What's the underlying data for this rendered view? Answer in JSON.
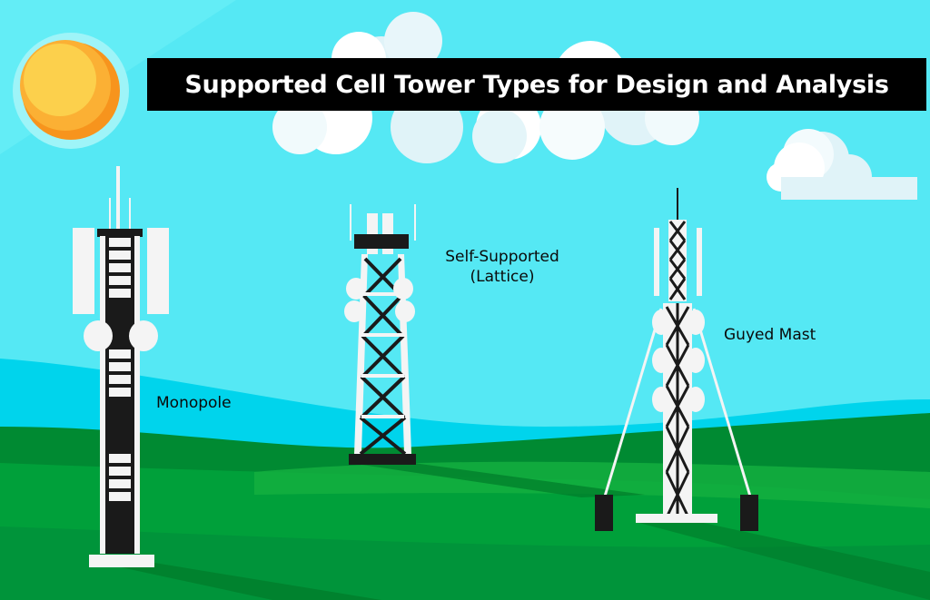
{
  "title": "Supported Cell Tower Types for Design and Analysis",
  "towers": [
    {
      "id": "monopole",
      "label": "Monopole"
    },
    {
      "id": "lattice",
      "label_line1": "Self-Supported",
      "label_line2": "(Lattice)"
    },
    {
      "id": "guyed",
      "label": "Guyed Mast"
    }
  ],
  "colors": {
    "sky": "#55e8f4",
    "sky_band": "#00d4ec",
    "grass_dark": "#008a32",
    "grass_mid": "#00a03a",
    "grass_light": "#14b040",
    "sun_outer": "#f7941d",
    "sun_mid": "#fbb034",
    "sun_inner": "#fcd04c",
    "sun_halo": "#9ef4f8",
    "cloud": "#ffffff",
    "cloud_shade": "#e0f3f8",
    "tower_black": "#1a1a1a",
    "tower_white": "#f4f4f4",
    "banner": "#000000"
  }
}
